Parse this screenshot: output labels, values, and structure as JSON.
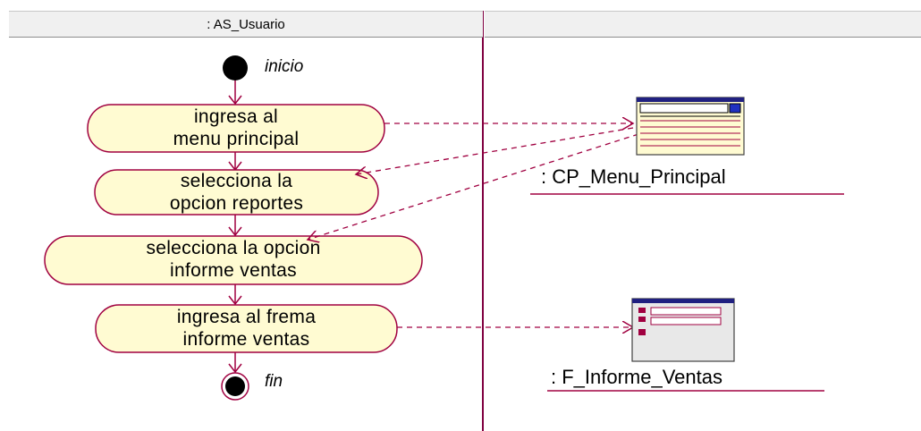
{
  "swimlanes": {
    "lane1_title": ": AS_Usuario",
    "lane2_title": ""
  },
  "nodes": {
    "start_label": "inicio",
    "end_label": "fin"
  },
  "activities": [
    {
      "line1": "ingresa al",
      "line2": "menu principal"
    },
    {
      "line1": "selecciona la",
      "line2": "opcion reportes"
    },
    {
      "line1": "selecciona la opcion",
      "line2": "informe ventas"
    },
    {
      "line1": "ingresa al frema",
      "line2": "informe ventas"
    }
  ],
  "objects": [
    {
      "name": ": CP_Menu_Principal",
      "icon": "window-icon"
    },
    {
      "name": ": F_Informe_Ventas",
      "icon": "form-icon"
    }
  ],
  "colors": {
    "activity_fill": "#fffbd2",
    "line": "#a00040",
    "lane_divider": "#800040"
  }
}
